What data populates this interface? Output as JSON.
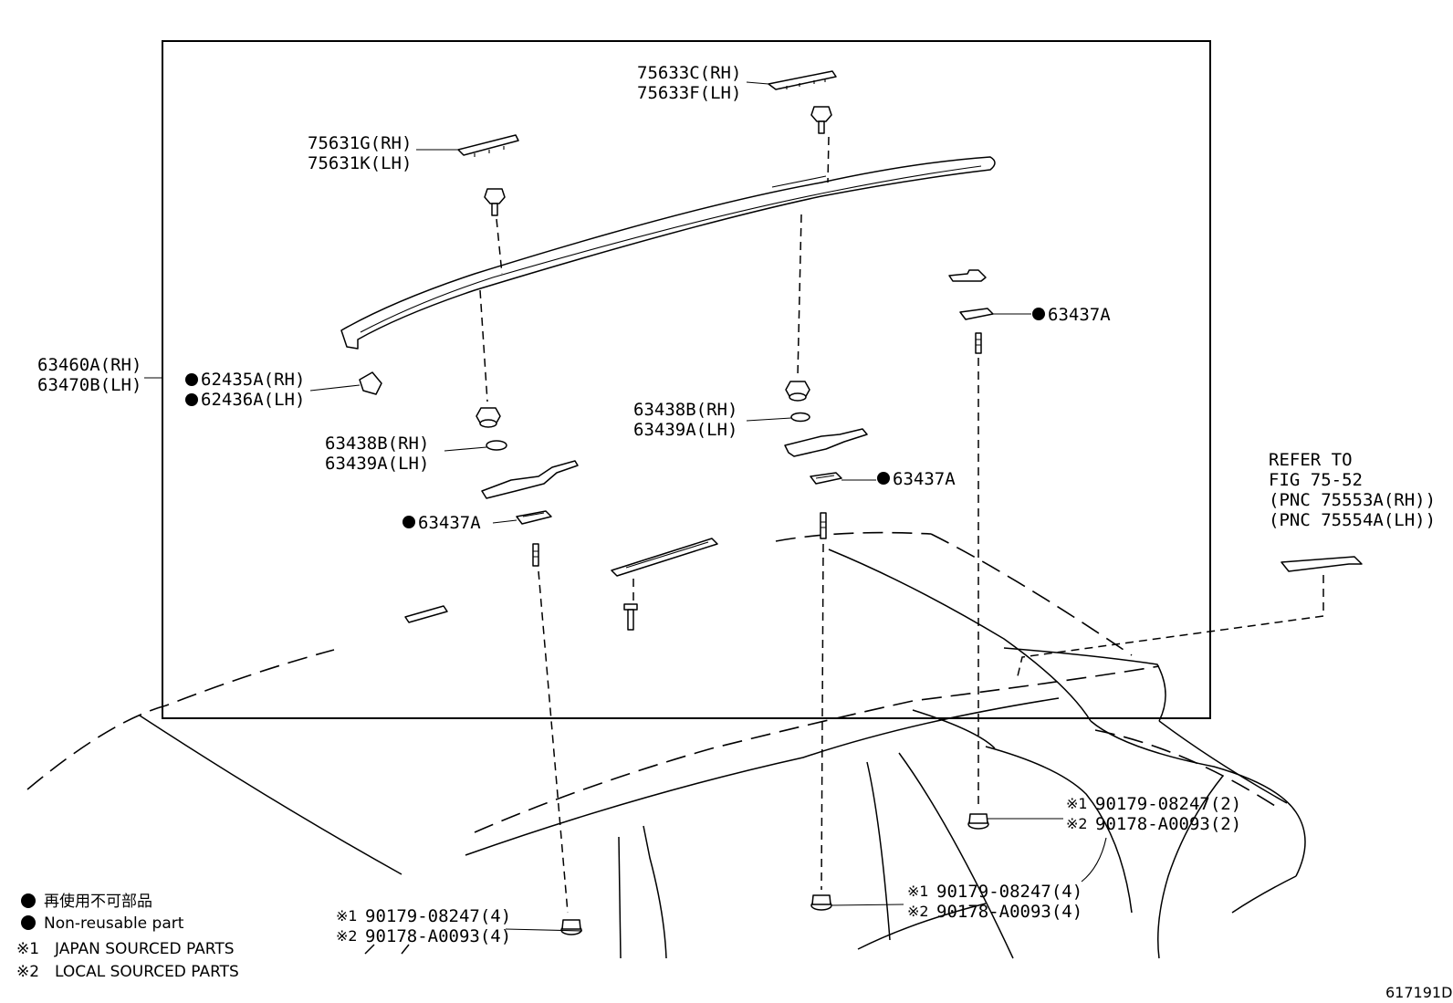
{
  "callouts": {
    "c75633": {
      "line1": "75633C(RH)",
      "line2": "75633F(LH)"
    },
    "c75631": {
      "line1": "75631G(RH)",
      "line2": "75631K(LH)"
    },
    "c63460": {
      "line1": "63460A(RH)",
      "line2": "63470B(LH)"
    },
    "c62435": {
      "line1": "62435A(RH)",
      "line2": "62436A(LH)"
    },
    "c63438_left": {
      "line1": "63438B(RH)",
      "line2": "63439A(LH)"
    },
    "c63438_right": {
      "line1": "63438B(RH)",
      "line2": "63439A(LH)"
    },
    "c63437_a": "63437A",
    "c63437_b": "63437A",
    "c63437_c": "63437A",
    "refer": {
      "line1": "REFER TO",
      "line2": "FIG 75-52",
      "line3": "(PNC 75553A(RH))",
      "line4": "(PNC 75554A(LH))"
    },
    "nut_right": {
      "mark1": "※1",
      "line1": "90179-08247(2)",
      "mark2": "※2",
      "line2": "90178-A0093(2)"
    },
    "nut_mid": {
      "mark1": "※1",
      "line1": "90179-08247(4)",
      "mark2": "※2",
      "line2": "90178-A0093(4)"
    },
    "nut_left": {
      "mark1": "※1",
      "line1": "90179-08247(4)",
      "mark2": "※2",
      "line2": "90178-A0093(4)"
    }
  },
  "legend": {
    "non_reusable_jp": "再使用不可部品",
    "non_reusable_en": "Non-reusable part",
    "mark1": "※1",
    "japan_sourced": "JAPAN SOURCED PARTS",
    "mark2": "※2",
    "local_sourced": "LOCAL SOURCED PARTS"
  },
  "figure_id": "617191D",
  "colors": {
    "ink": "#000000",
    "paper": "#ffffff"
  }
}
